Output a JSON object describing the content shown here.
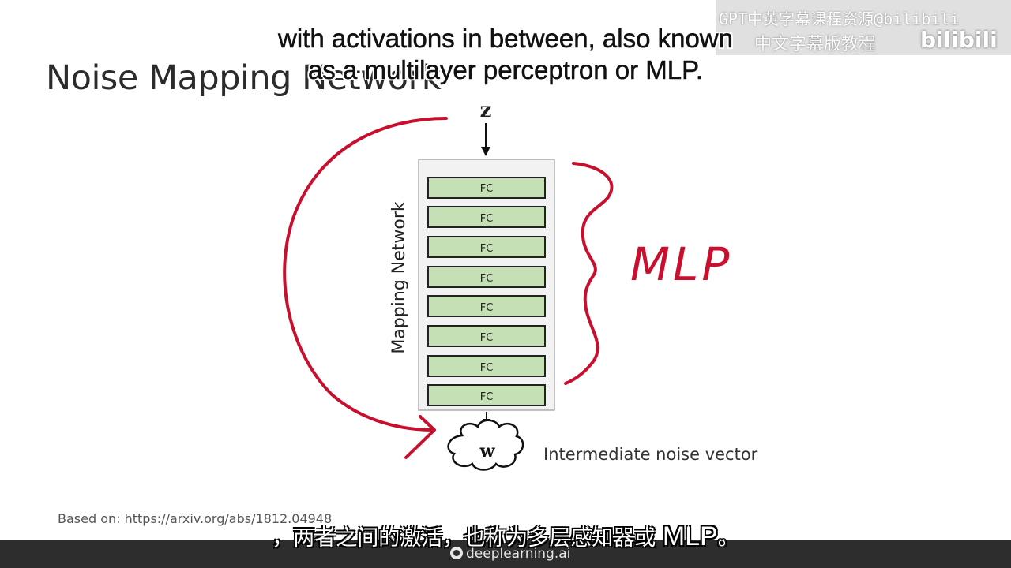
{
  "slide": {
    "title": "Noise Mapping Network",
    "source_note": "Based on: https://arxiv.org/abs/1812.04948"
  },
  "diagram": {
    "input_label": "z",
    "network_label": "Mapping Network",
    "layers": [
      "FC",
      "FC",
      "FC",
      "FC",
      "FC",
      "FC",
      "FC",
      "FC"
    ],
    "output_label": "w",
    "output_caption": "Intermediate noise vector",
    "annotation": "MLP",
    "colors": {
      "layer_fill": "#c5e0b4",
      "annotation": "#c8102e",
      "network_box": "#f2f2f2"
    }
  },
  "subtitles": {
    "en_line1": "with activations in between, also known",
    "en_line2": "as a multilayer perceptron or MLP.",
    "zh_text": "，两者之间的激活，也称为多层感知器或 ",
    "zh_latin": "MLP",
    "zh_end": "。"
  },
  "watermark": {
    "text": "GPT中英字幕课程资源@bilibili",
    "sub": "中文字幕版教程",
    "logo": "bilibili"
  },
  "footer": {
    "brand": "deeplearning.ai"
  }
}
